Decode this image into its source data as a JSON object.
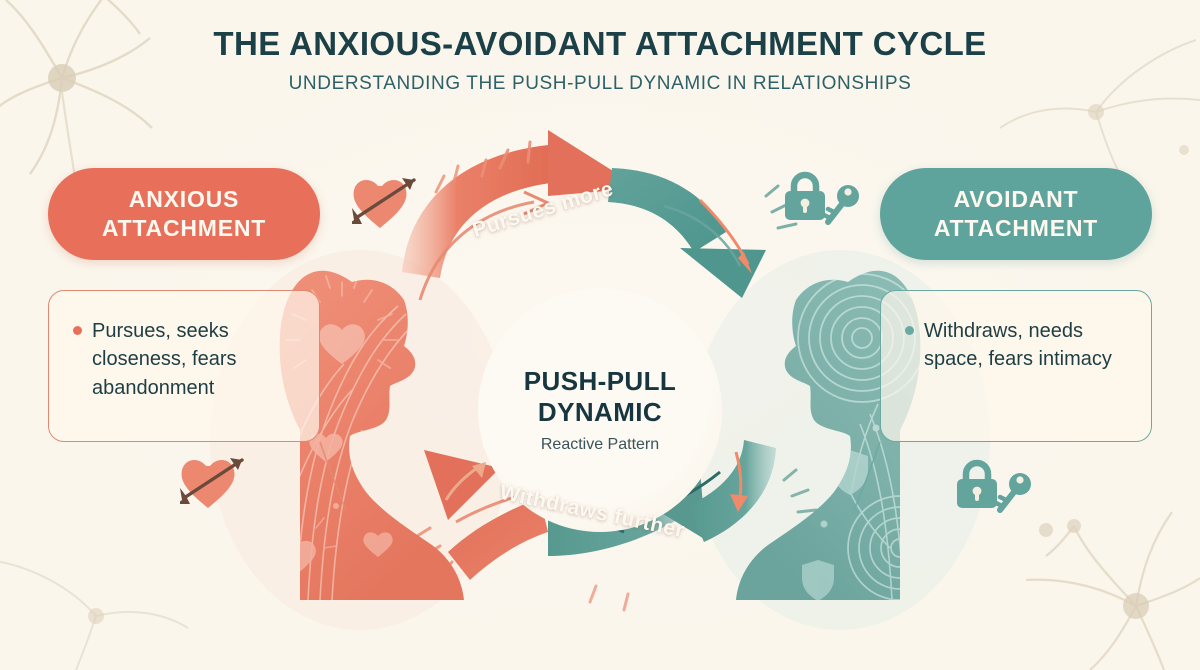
{
  "header": {
    "title": "THE ANXIOUS-AVOIDANT ATTACHMENT CYCLE",
    "subtitle": "UNDERSTANDING THE PUSH-PULL DYNAMIC IN RELATIONSHIPS"
  },
  "left_side": {
    "badge_label": "ANXIOUS ATTACHMENT",
    "trait": "Pursues, seeks closeness, fears abandonment",
    "figure_name": "anxious-person-silhouette",
    "icons": [
      "heart-arrow-icon",
      "heart-arrow-icon"
    ]
  },
  "right_side": {
    "badge_label": "AVOIDANT ATTACHMENT",
    "trait": "Withdraws, needs space, fears intimacy",
    "figure_name": "avoidant-person-silhouette",
    "icons": [
      "lock-key-icon",
      "lock-key-icon"
    ]
  },
  "center": {
    "title": "PUSH-PULL DYNAMIC",
    "subtitle": "Reactive Pattern"
  },
  "cycle": {
    "top_arrow_label": "Pursues more",
    "bottom_arrow_label": "Withdraws further",
    "top_arrow_direction": "left-to-right",
    "bottom_arrow_direction": "right-to-left"
  },
  "colors": {
    "background": "#fbf6ec",
    "anxious_coral": "#e8705a",
    "avoidant_teal": "#5fa49c",
    "title_ink": "#1c4048",
    "body_ink": "#1e3e44",
    "panel_cream": "#fdf7ec"
  }
}
